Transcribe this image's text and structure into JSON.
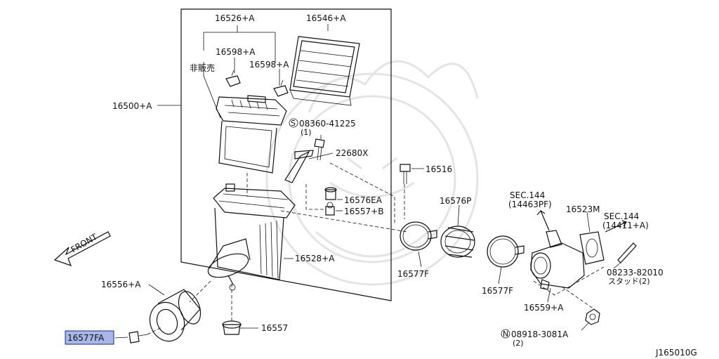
{
  "diagram": {
    "code": "J165010G",
    "front_label": "FRONT",
    "not_for_sale": "非販売",
    "highlight_color": "#a9b6e8",
    "parts": {
      "p16526": "16526+A",
      "p16546": "16546+A",
      "p16598a": "16598+A",
      "p16598b": "16598+A",
      "p16500": "16500+A",
      "p08360": "08360-41225",
      "p08360_qty": "(1)",
      "p22680": "22680X",
      "p16516": "16516",
      "p16576ea": "16576EA",
      "p16557b": "16557+B",
      "p16576p": "16576P",
      "p16528": "16528+A",
      "p16577f_a": "16577F",
      "p16577f_b": "16577F",
      "p16556": "16556+A",
      "p16577fa": "16577FA",
      "p16557": "16557",
      "sec144a": "SEC.144",
      "sec144a_ref": "(14463PF)",
      "p16523m": "16523M",
      "sec144b": "SEC.144",
      "sec144b_ref": "(14411+A)",
      "p08233": "08233-82010",
      "p08233_note": "スタッド(2)",
      "p16559": "16559+A",
      "p08918": "08918-3081A",
      "p08918_qty": "(2)"
    }
  }
}
